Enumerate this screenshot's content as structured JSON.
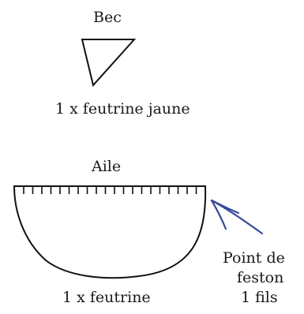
{
  "beak": {
    "title": "Bec",
    "caption": "1 x feutrine jaune"
  },
  "wing": {
    "title": "Aile",
    "caption": "1 x feutrine"
  },
  "stitch_note": {
    "line1": "Point de",
    "line2": "feston",
    "line3": "1 fils"
  },
  "colors": {
    "outline": "#111111",
    "text": "#1a1a1a",
    "arrow": "#3a4a9a"
  }
}
